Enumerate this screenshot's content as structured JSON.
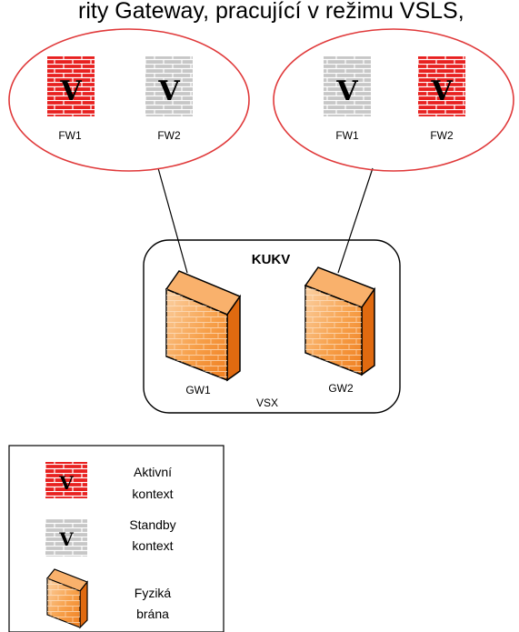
{
  "header": {
    "caption": "rity Gateway, pracující v režimu VSLS,"
  },
  "left_group": {
    "fw1": {
      "label": "FW1",
      "state": "active",
      "glyph": "V"
    },
    "fw2": {
      "label": "FW2",
      "state": "standby",
      "glyph": "V"
    }
  },
  "right_group": {
    "fw1": {
      "label": "FW1",
      "state": "standby",
      "glyph": "V"
    },
    "fw2": {
      "label": "FW2",
      "state": "active",
      "glyph": "V"
    }
  },
  "cluster": {
    "title": "KUKV",
    "subtitle": "VSX",
    "gw1_label": "GW1",
    "gw2_label": "GW2"
  },
  "legend": {
    "active": {
      "line1": "Aktivní",
      "line2": "kontext",
      "glyph": "V"
    },
    "standby": {
      "line1": "Standby",
      "line2": "kontext",
      "glyph": "V"
    },
    "physical": {
      "line1": "Fyziká",
      "line2": "brána"
    }
  },
  "colors": {
    "active_brick": "#e8201f",
    "standby_brick": "#c7c7c7",
    "ellipse_stroke": "#e0393a",
    "gateway_front": "#f7a04a",
    "gateway_side": "#e06a10",
    "mortar": "#ffffff"
  },
  "icons": {
    "active_context": "red-brick-firewall-icon",
    "standby_context": "gray-brick-firewall-icon",
    "physical_gateway": "orange-firewall-icon"
  }
}
